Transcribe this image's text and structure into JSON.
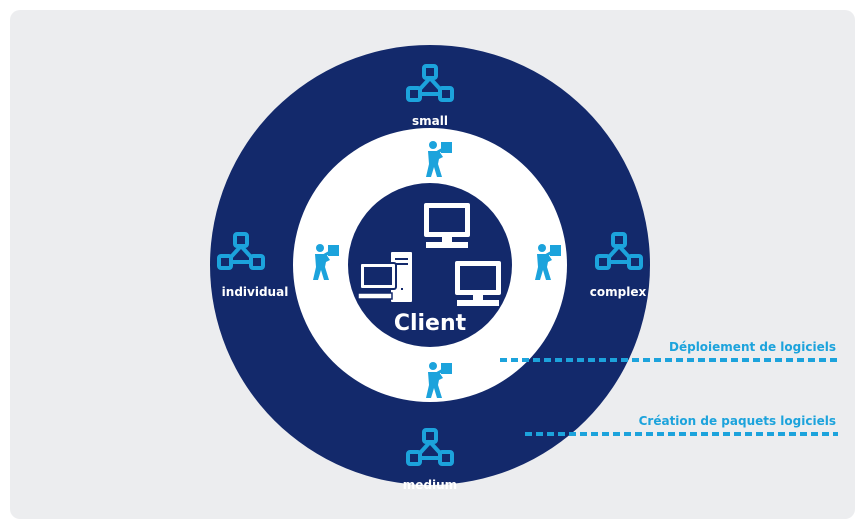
{
  "center_label": "Client",
  "nodes": {
    "top": "small",
    "left": "individual",
    "right": "complex",
    "bottom": "medium"
  },
  "legend": {
    "deployment": "Déploiement de logiciels",
    "packaging": "Création de paquets logiciels"
  },
  "colors": {
    "navy": "#13296b",
    "accent": "#1ca3dc",
    "panel": "#ecedef",
    "white": "#ffffff"
  },
  "icons": {
    "network": "network-icon",
    "worker": "worker-carrying-box-icon",
    "monitor": "monitor-icon",
    "desktop": "desktop-computer-icon"
  }
}
